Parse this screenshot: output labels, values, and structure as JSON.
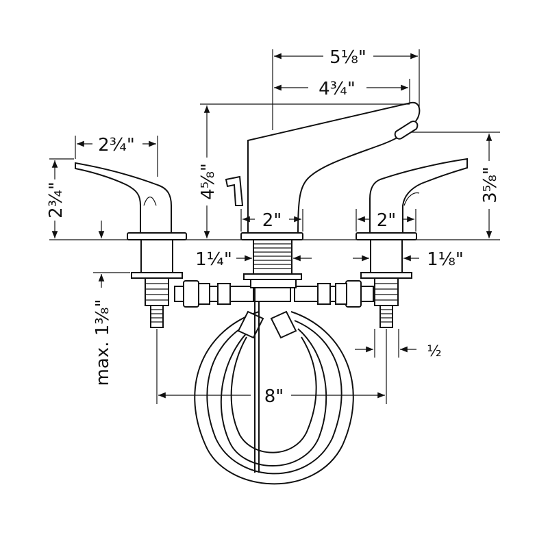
{
  "dimensions": {
    "spout_reach_total": "5⅛\"",
    "spout_reach": "4¾\"",
    "spout_height": "4⅝\"",
    "spout_outlet_height": "3⅝\"",
    "handle_reach": "2¾\"",
    "handle_height": "2¾\"",
    "spout_base_width": "2\"",
    "handle_base_width": "2\"",
    "spout_shank_diameter": "1¼\"",
    "handle_shank_diameter": "1⅛\"",
    "max_deck_thickness": "max. 1⅜\"",
    "connection_size": "½",
    "center_spread": "8\""
  },
  "colors": {
    "line": "#111111",
    "background": "#ffffff"
  }
}
